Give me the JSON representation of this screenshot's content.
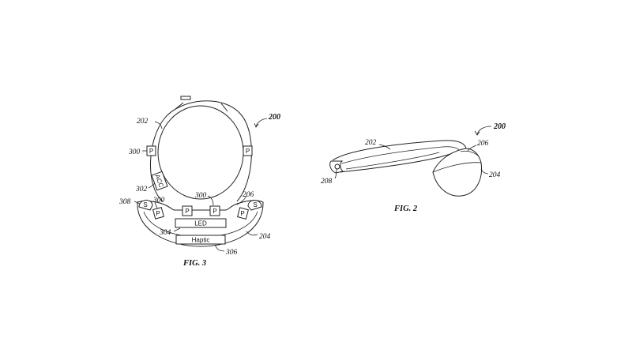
{
  "fig3": {
    "caption": "FIG. 3",
    "ref_device": "200",
    "ref_band": "202",
    "ref_led_window": "206",
    "ref_housing": "204",
    "ref_sensor": "308",
    "ref_pressure": "300",
    "ref_accel": "302",
    "ref_led": "304",
    "ref_haptic": "306",
    "label_p": "P",
    "label_s": "S",
    "label_acc": "ACC",
    "label_led": "LED",
    "label_haptic": "Haptic"
  },
  "fig2": {
    "caption": "FIG. 2",
    "ref_device": "200",
    "ref_band": "202",
    "ref_window": "206",
    "ref_housing": "204",
    "ref_clasp": "208"
  }
}
